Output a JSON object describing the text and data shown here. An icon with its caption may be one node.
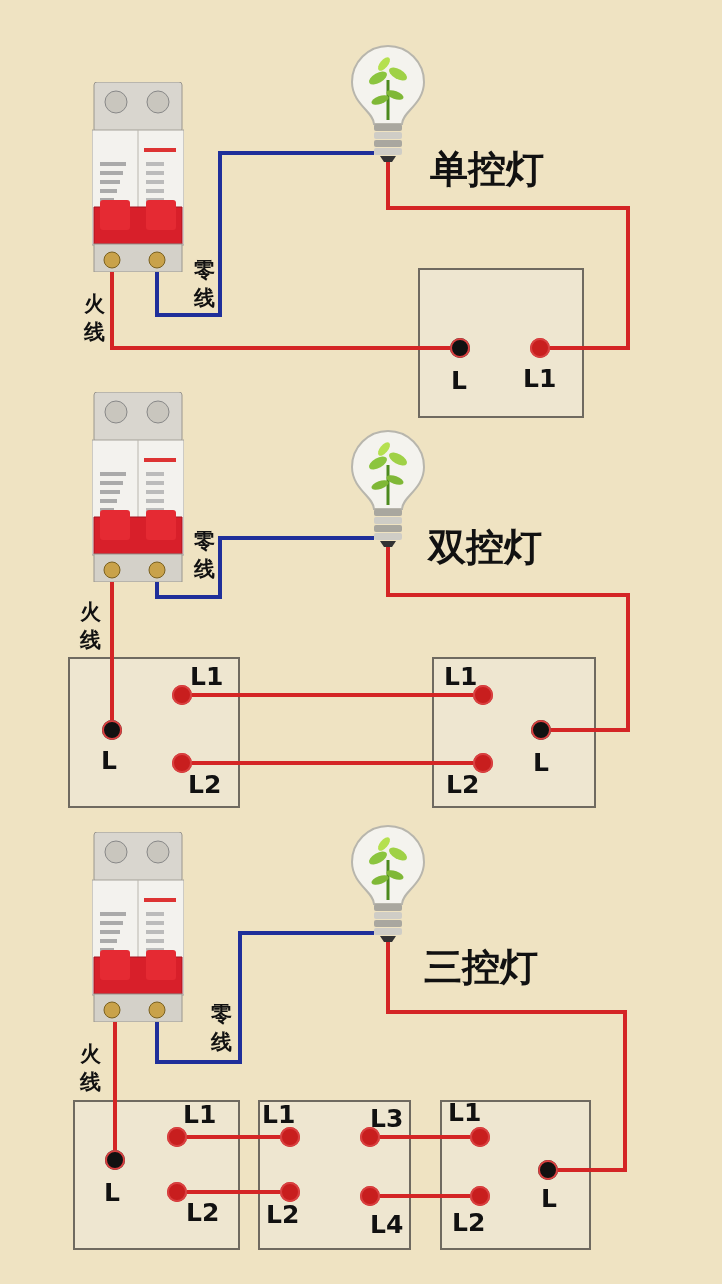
{
  "diagram": {
    "nodes": [
      {
        "text": [],
        "shape": "picture"
      },
      {
        "text": [],
        "shape": "picture"
      },
      {
        "text": [],
        "shape": "box"
      },
      {
        "text": [],
        "shape": "circle",
        "in": 2,
        "beside": [
          "L"
        ]
      },
      {
        "text": [],
        "shape": "circle",
        "in": 2,
        "beside": [
          "L1"
        ]
      },
      {
        "text": [],
        "shape": "picture"
      },
      {
        "text": [],
        "shape": "picture"
      },
      {
        "text": [],
        "shape": "box"
      },
      {
        "text": [],
        "shape": "circle",
        "in": 7,
        "beside": [
          "L"
        ]
      },
      {
        "text": [],
        "shape": "circle",
        "in": 7,
        "beside": [
          "L1"
        ]
      },
      {
        "text": [],
        "shape": "circle",
        "in": 7,
        "beside": [
          "L2"
        ]
      },
      {
        "text": [],
        "shape": "box"
      },
      {
        "text": [],
        "shape": "circle",
        "in": 11,
        "beside": [
          "L1"
        ]
      },
      {
        "text": [],
        "shape": "circle",
        "in": 11,
        "beside": [
          "L2"
        ]
      },
      {
        "text": [],
        "shape": "circle",
        "in": 11,
        "beside": [
          "L"
        ]
      },
      {
        "text": [],
        "shape": "picture"
      },
      {
        "text": [],
        "shape": "picture"
      },
      {
        "text": [],
        "shape": "box"
      },
      {
        "text": [],
        "shape": "circle",
        "in": 17,
        "beside": [
          "L"
        ]
      },
      {
        "text": [],
        "shape": "circle",
        "in": 17,
        "beside": [
          "L1"
        ]
      },
      {
        "text": [],
        "shape": "circle",
        "in": 17,
        "beside": [
          "L2"
        ]
      },
      {
        "text": [],
        "shape": "box"
      },
      {
        "text": [],
        "shape": "circle",
        "in": 21,
        "beside": [
          "L1"
        ]
      },
      {
        "text": [],
        "shape": "circle",
        "in": 21,
        "beside": [
          "L2"
        ]
      },
      {
        "text": [],
        "shape": "circle",
        "in": 21,
        "beside": [
          "L3"
        ]
      },
      {
        "text": [],
        "shape": "circle",
        "in": 21,
        "beside": [
          "L4"
        ]
      },
      {
        "text": [],
        "shape": "box"
      },
      {
        "text": [],
        "shape": "circle",
        "in": 26,
        "beside": [
          "L1"
        ]
      },
      {
        "text": [],
        "shape": "circle",
        "in": 26,
        "beside": [
          "L2"
        ]
      },
      {
        "text": [],
        "shape": "circle",
        "in": 26,
        "beside": [
          "L"
        ]
      }
    ],
    "edges": [
      {
        "from": 0,
        "to": 1,
        "arrow": "none",
        "label": "零线",
        "color": "#1f2f9a"
      },
      {
        "from": 0,
        "to": 3,
        "arrow": "none",
        "label": "火线"
      },
      {
        "from": 1,
        "to": 4,
        "arrow": "none"
      },
      {
        "from": 5,
        "to": 6,
        "arrow": "none",
        "label": "零线",
        "color": "#1f2f9a"
      },
      {
        "from": 5,
        "to": 8,
        "arrow": "none",
        "label": "火线"
      },
      {
        "from": 9,
        "to": 12,
        "arrow": "none"
      },
      {
        "from": 10,
        "to": 13,
        "arrow": "none"
      },
      {
        "from": 6,
        "to": 14,
        "arrow": "none"
      },
      {
        "from": 15,
        "to": 16,
        "arrow": "none",
        "label": "零线",
        "color": "#1f2f9a"
      },
      {
        "from": 15,
        "to": 18,
        "arrow": "none",
        "label": "火线"
      },
      {
        "from": 19,
        "to": 22,
        "arrow": "none"
      },
      {
        "from": 20,
        "to": 23,
        "arrow": "none"
      },
      {
        "from": 24,
        "to": 27,
        "arrow": "none"
      },
      {
        "from": 25,
        "to": 28,
        "arrow": "none"
      },
      {
        "from": 16,
        "to": 29,
        "arrow": "none"
      }
    ],
    "labels": [
      "单控灯",
      "双控灯",
      "三控灯"
    ]
  }
}
